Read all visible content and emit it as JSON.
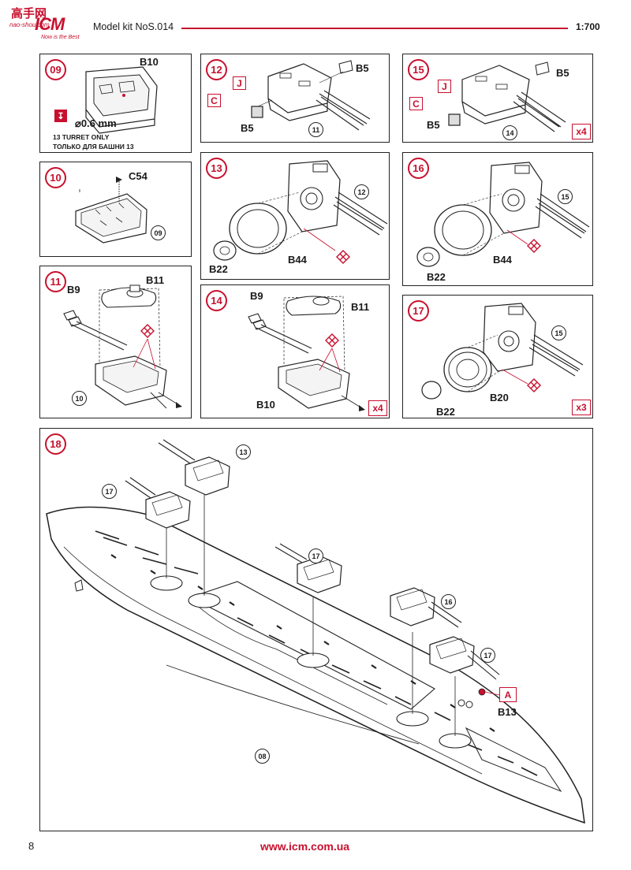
{
  "header": {
    "brand_top": "高手网",
    "brand_url": "nao-shou.com",
    "brand_logo": "ICM",
    "brand_slogan": "Now is the Best",
    "title": "Model kit NoS.014",
    "scale": "1:700"
  },
  "footer": {
    "page": "8",
    "url": "www.icm.com.ua"
  },
  "colors": {
    "accent": "#c8102e",
    "line": "#222222"
  },
  "steps": {
    "s09": {
      "num": "09",
      "part": "B10",
      "drill": "⌀0.6 mm",
      "note_en": "13 TURRET ONLY",
      "note_ru": "ТОЛЬКО ДЛЯ БАШНИ 13"
    },
    "s10": {
      "num": "10",
      "part": "C54",
      "ref": "09"
    },
    "s11": {
      "num": "11",
      "part_a": "B9",
      "part_b": "B11",
      "ref": "10"
    },
    "s12": {
      "num": "12",
      "part": "B5",
      "part2": "B5",
      "tag_j": "J",
      "tag_c": "C",
      "ref": "11"
    },
    "s13": {
      "num": "13",
      "ref": "12",
      "part_a": "B22",
      "part_b": "B44"
    },
    "s14": {
      "num": "14",
      "part_a": "B9",
      "part_b": "B11",
      "part_c": "B10",
      "mult": "x4"
    },
    "s15": {
      "num": "15",
      "part": "B5",
      "part2": "B5",
      "tag_j": "J",
      "tag_c": "C",
      "ref": "14",
      "mult": "x4"
    },
    "s16": {
      "num": "16",
      "ref": "15",
      "part_a": "B22",
      "part_b": "B44"
    },
    "s17": {
      "num": "17",
      "ref": "15",
      "part_a": "B22",
      "part_b": "B20",
      "mult": "x3"
    },
    "s18": {
      "num": "18",
      "ref_hull": "08",
      "ref_t1": "13",
      "ref_t2": "17",
      "ref_t3": "17",
      "ref_t4": "16",
      "ref_t5": "17",
      "tag_a": "A",
      "part": "B13"
    }
  }
}
